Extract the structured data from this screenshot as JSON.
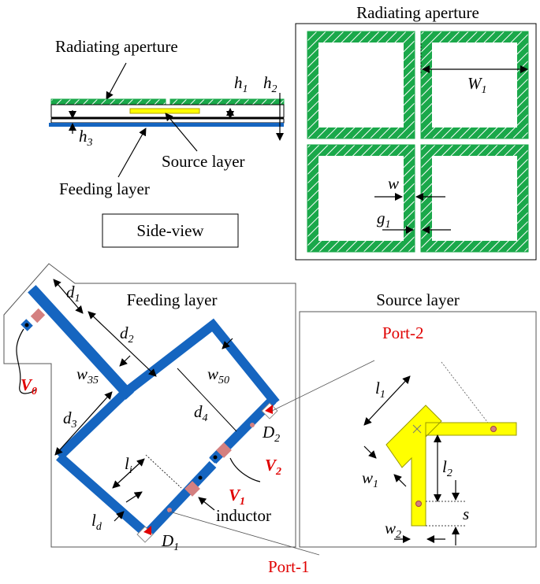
{
  "side_view": {
    "radiating_aperture": "Radiating aperture",
    "h1": "h",
    "h1_sub": "1",
    "h2": "h",
    "h2_sub": "2",
    "h3": "h",
    "h3_sub": "3",
    "source_layer": "Source layer",
    "feeding_layer": "Feeding layer",
    "box_label": "Side-view"
  },
  "aperture_panel": {
    "title": "Radiating aperture",
    "W1": "W",
    "W1_sub": "1",
    "w": "w",
    "g1": "g",
    "g1_sub": "1"
  },
  "feeding_panel": {
    "title": "Feeding layer",
    "d1": "d",
    "d1_sub": "1",
    "d2": "d",
    "d2_sub": "2",
    "d3": "d",
    "d3_sub": "3",
    "d4": "d",
    "d4_sub": "4",
    "w35": "w",
    "w35_sub": "35",
    "w50": "w",
    "w50_sub": "50",
    "li": "l",
    "li_sub": "i",
    "ld": "l",
    "ld_sub": "d",
    "V0": "V",
    "V0_sub": "0",
    "V1": "V",
    "V1_sub": "1",
    "V2": "V",
    "V2_sub": "2",
    "D1": "D",
    "D1_sub": "1",
    "D2": "D",
    "D2_sub": "2",
    "inductor": "inductor"
  },
  "source_panel": {
    "title": "Source layer",
    "port2": "Port-2",
    "port1": "Port-1",
    "l1": "l",
    "l1_sub": "1",
    "l2": "l",
    "l2_sub": "2",
    "w1": "w",
    "w1_sub": "1",
    "w2": "w",
    "w2_sub": "2",
    "s": "s"
  },
  "colors": {
    "green": "#1aa84a",
    "blue": "#1565c0",
    "yellow": "#ffff00",
    "red": "#e00000"
  }
}
